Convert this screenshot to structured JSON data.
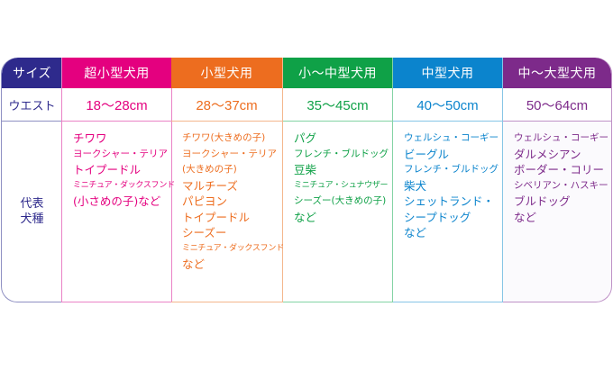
{
  "table": {
    "row_labels": {
      "size": "サイズ",
      "waist": "ウエスト",
      "breeds_line1": "代表",
      "breeds_line2": "犬種"
    },
    "columns": [
      {
        "header": "超小型犬用",
        "waist": "18〜28cm",
        "color": "#e4007f",
        "breeds": [
          {
            "text": "チワワ",
            "size": "big"
          },
          {
            "text": "ヨークシャー・テリア",
            "size": "mid"
          },
          {
            "text": "トイプードル",
            "size": "big"
          },
          {
            "text": "ミニチュア・ダックスフンド",
            "size": "small"
          },
          {
            "text": "(小さめの子)など",
            "size": "big"
          }
        ]
      },
      {
        "header": "小型犬用",
        "waist": "28〜37cm",
        "color": "#ed6d1f",
        "breeds": [
          {
            "text": "チワワ(大きめの子)",
            "size": "mid"
          },
          {
            "text": "ヨークシャー・テリア",
            "size": "mid"
          },
          {
            "text": "(大きめの子)",
            "size": "mid"
          },
          {
            "text": "マルチーズ",
            "size": "big"
          },
          {
            "text": "パピヨン",
            "size": "big"
          },
          {
            "text": "トイプードル",
            "size": "big"
          },
          {
            "text": "シーズー",
            "size": "big"
          },
          {
            "text": "ミニチュア・ダックスフンド",
            "size": "small"
          },
          {
            "text": "など",
            "size": "big"
          }
        ]
      },
      {
        "header": "小〜中型犬用",
        "waist": "35〜45cm",
        "color": "#0fa147",
        "breeds": [
          {
            "text": "パグ",
            "size": "big"
          },
          {
            "text": "フレンチ・ブルドッグ",
            "size": "mid"
          },
          {
            "text": "豆柴",
            "size": "big"
          },
          {
            "text": "ミニチュア・シュナウザー",
            "size": "small"
          },
          {
            "text": "シーズー(大きめの子)",
            "size": "mid"
          },
          {
            "text": "など",
            "size": "big"
          }
        ]
      },
      {
        "header": "中型犬用",
        "waist": "40〜50cm",
        "color": "#0b84cd",
        "breeds": [
          {
            "text": "ウェルシュ・コーギー",
            "size": "mid"
          },
          {
            "text": "ビーグル",
            "size": "big"
          },
          {
            "text": "フレンチ・ブルドッグ",
            "size": "mid"
          },
          {
            "text": "柴犬",
            "size": "big"
          },
          {
            "text": "シェットランド・",
            "size": "big"
          },
          {
            "text": "シープドッグ",
            "size": "big"
          },
          {
            "text": "など",
            "size": "big"
          }
        ]
      },
      {
        "header": "中〜大型犬用",
        "waist": "50〜64cm",
        "color": "#7d2a8a",
        "breeds": [
          {
            "text": "ウェルシュ・コーギー",
            "size": "mid"
          },
          {
            "text": "ダルメシアン",
            "size": "big"
          },
          {
            "text": "ボーダー・コリー",
            "size": "big"
          },
          {
            "text": "シベリアン・ハスキー",
            "size": "mid"
          },
          {
            "text": "ブルドッグ",
            "size": "big"
          },
          {
            "text": "など",
            "size": "big"
          }
        ]
      }
    ]
  }
}
